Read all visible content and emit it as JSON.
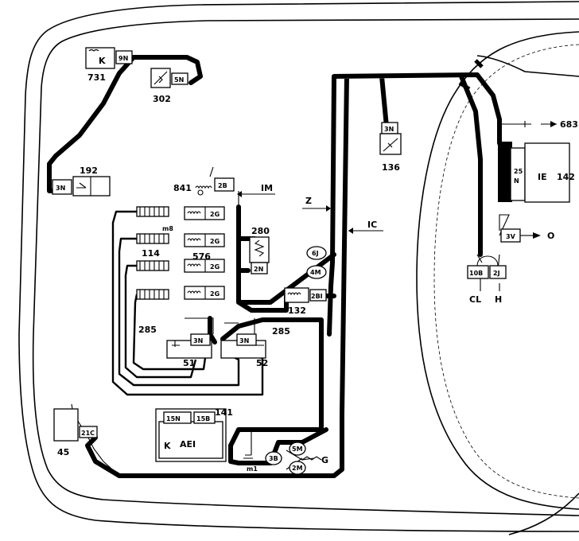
{
  "labels": {
    "c731": "731",
    "c9n_a": "9N",
    "k_symbol": "K",
    "c302": "302",
    "c5n_a": "5N",
    "c192": "192",
    "c3n_a": "3N",
    "c841": "841",
    "c2b": "2B",
    "im": "IM",
    "z": "Z",
    "ic": "IC",
    "m8": "m8",
    "c2g_1": "2G",
    "c2g_2": "2G",
    "c2g_3": "2G",
    "c2g_4": "2G",
    "c114": "114",
    "c576": "576",
    "c280": "280",
    "c2n": "2N",
    "c6j": "6J",
    "c4m": "4M",
    "c132": "132",
    "c2bi": "2BI",
    "c285_l": "285",
    "c285_r": "285",
    "c3n_b": "3N",
    "c3n_c": "3N",
    "c51": "51",
    "c52": "52",
    "c136": "136",
    "c3n_d": "3N",
    "c683": "683",
    "c25n_top": "25",
    "c25n_bot": "N",
    "ie": "IE",
    "c142": "142",
    "c3v": "3V",
    "o": "O",
    "c10b": "10B",
    "c2j": "2J",
    "cl": "CL",
    "h": "H",
    "c141": "141",
    "c15n": "15N",
    "c15b": "15B",
    "ae1": "AEI",
    "k_ae1": "K",
    "c45": "45",
    "c21c": "21C",
    "c3b": "3B",
    "c5m": "5M",
    "c2m": "2M",
    "g": "G",
    "m1": "m1"
  }
}
